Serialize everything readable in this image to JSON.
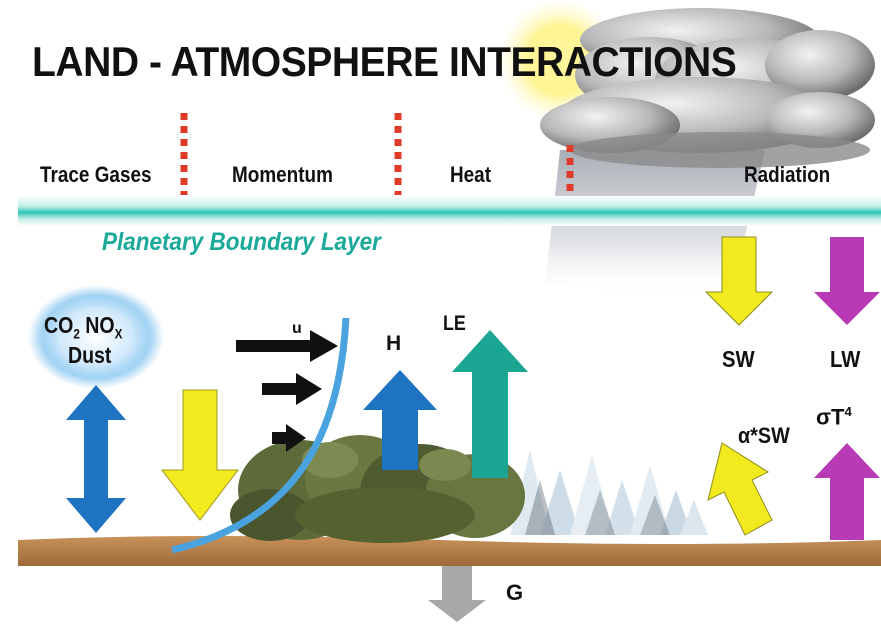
{
  "title": "LAND - ATMOSPHERE INTERACTIONS",
  "categories": {
    "trace_gases": "Trace Gases",
    "momentum": "Momentum",
    "heat": "Heat",
    "radiation": "Radiation"
  },
  "boundary_layer_label": "Planetary Boundary Layer",
  "gases": {
    "co2": "CO",
    "co2_sub": "2",
    "nox": "NO",
    "nox_sub": "X",
    "dust": "Dust"
  },
  "flux_labels": {
    "u": "u",
    "h": "H",
    "le": "LE",
    "sw": "SW",
    "lw": "LW",
    "albedo_sw": "α*SW",
    "sigma_t": "σT",
    "sigma_t_sup": "4",
    "g": "G"
  },
  "colors": {
    "boundary_layer": "#2cc6b4",
    "ground": "#b07a45",
    "yellow_arrow": "#f2ea1e",
    "blue_arrow": "#1f74c2",
    "teal_arrow": "#1aa693",
    "magenta_arrow": "#b93ab5",
    "gray_arrow": "#a8a8a8",
    "wind_profile": "#4aa3de",
    "divider": "#e03a28"
  }
}
